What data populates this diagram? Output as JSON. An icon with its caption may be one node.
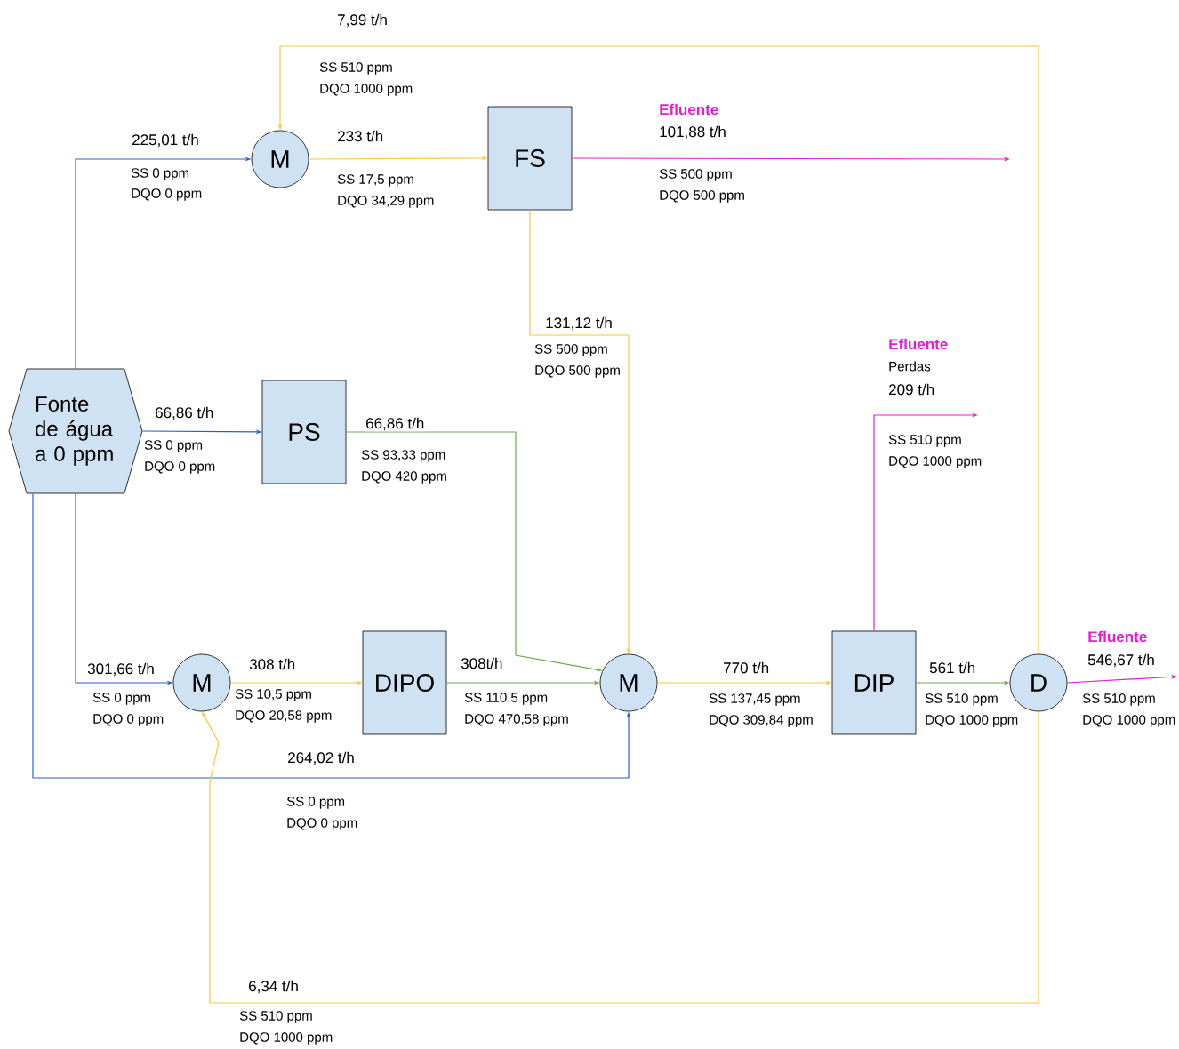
{
  "diagram": {
    "nodes": [
      {
        "text": [
          "Fonte de água a 0 ppm"
        ]
      },
      {
        "text": [
          "M"
        ]
      },
      {
        "text": [
          "FS"
        ]
      },
      {
        "text": [
          "PS"
        ]
      },
      {
        "text": [
          "M"
        ]
      },
      {
        "text": [
          "DIPO"
        ]
      },
      {
        "text": [
          "M"
        ]
      },
      {
        "text": [
          "DIP"
        ]
      },
      {
        "text": [
          "D"
        ]
      }
    ],
    "edges": [
      {
        "from": 0,
        "to": 1,
        "arrow": "to",
        "label": "225,01 t/h",
        "color": "#2a62c4"
      },
      {
        "from": 8,
        "to": 1,
        "arrow": "to",
        "label": "7,99 t/h"
      },
      {
        "from": 1,
        "to": 2,
        "arrow": "to",
        "label": "233 t/h"
      },
      {
        "from": 2,
        "to": null,
        "arrow": "to",
        "label": "101,88 t/h",
        "color": "#e020d0"
      },
      {
        "from": 2,
        "to": 6,
        "arrow": "to",
        "label": "131,12 t/h"
      },
      {
        "from": 0,
        "to": 3,
        "arrow": "to",
        "label": "66,86 t/h",
        "color": "#2a62c4"
      },
      {
        "from": 3,
        "to": 6,
        "arrow": "to",
        "label": "66,86 t/h",
        "color": "#6aa84f"
      },
      {
        "from": 0,
        "to": 4,
        "arrow": "to",
        "label": "301,66 t/h",
        "color": "#2a62c4"
      },
      {
        "from": 0,
        "to": 6,
        "arrow": "to",
        "label": "264,02 t/h",
        "color": "#2a62c4"
      },
      {
        "from": 8,
        "to": 4,
        "arrow": "to",
        "label": "6,34 t/h"
      },
      {
        "from": 4,
        "to": 5,
        "arrow": "to",
        "label": "308 t/h"
      },
      {
        "from": 5,
        "to": 6,
        "arrow": "to",
        "label": "308t/h",
        "color": "#6aa84f"
      },
      {
        "from": 6,
        "to": 7,
        "arrow": "to",
        "label": "770 t/h"
      },
      {
        "from": 7,
        "to": null,
        "arrow": "to",
        "label": "209 t/h",
        "color": "#e020d0"
      },
      {
        "from": 7,
        "to": 8,
        "arrow": "to",
        "label": "561 t/h",
        "color": "#6aa84f"
      },
      {
        "from": 8,
        "to": null,
        "arrow": "to",
        "label": "546,67 t/h",
        "color": "#e020d0"
      }
    ],
    "labels": [
      "SS 510 ppm",
      "DQO 1000 ppm",
      "Efluente",
      "SS 0 ppm",
      "DQO 0 ppm",
      "SS 17,5 ppm",
      "DQO 34,29 ppm",
      "SS 500 ppm",
      "DQO 500 ppm",
      "SS 500 ppm",
      "DQO 500 ppm",
      "Efluente",
      "Perdas",
      "SS 0 ppm",
      "DQO 0 ppm",
      "SS 93,33 ppm",
      "DQO 420 ppm",
      "SS 510 ppm",
      "DQO 1000 ppm",
      "Efluente",
      "SS 0 ppm",
      "DQO 0 ppm",
      "SS 10,5 ppm",
      "DQO 20,58 ppm",
      "SS 110,5 ppm",
      "DQO 470,58 ppm",
      "SS 137,45 ppm",
      "DQO 309,84 ppm",
      "SS 510 ppm",
      "DQO 1000 ppm",
      "SS 510 ppm",
      "DQO 1000 ppm",
      "SS 0 ppm",
      "DQO 0 ppm",
      "SS 510 ppm",
      "DQO 1000 ppm"
    ]
  }
}
